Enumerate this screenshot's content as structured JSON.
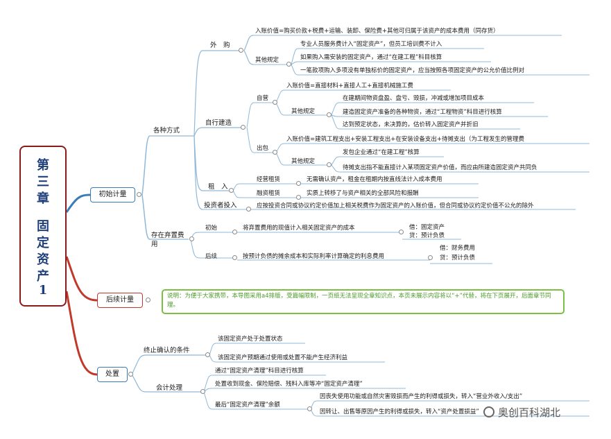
{
  "root": {
    "lines": [
      "第",
      "三",
      "章",
      "固",
      "定",
      "资",
      "产",
      "1"
    ]
  },
  "branches": {
    "initial": "初始计量",
    "subsequent": "后续计量",
    "disposal": "处置"
  },
  "initial": {
    "methods": "各种方式",
    "purchase": {
      "label": "外　购",
      "entry_value": "入账价值=购买价款+税费+运输、装卸、保险费+其他可归属于该资产的成本费用（同存货）",
      "other_label": "其他规定",
      "other_items": [
        "专业人员服务费计入“固定资产”，但员工培训费不计入",
        "如果购入需安装的固定资产，通过“在建工程”科目核算",
        "一笔款项购入多项没有单独标价的固定资产，应当按照各项固定资产的公允价值比例对"
      ]
    },
    "self_built": {
      "label": "自行建造",
      "self_operated": {
        "label": "自营",
        "entry_value": "入账价值=直接材料+直接人工+直接机械施工费",
        "other_label": "其他规定",
        "other_items": [
          "在建期间物资盘盈、盘亏、毁损，冲减或增加项目成本",
          "建造固定资产准备的各种物资，通过“工程物资”科目进行核算",
          "达到预定状态，未决算的，估价转入固定资产并折旧"
        ]
      },
      "outsourced": {
        "label": "出包",
        "entry_value": "入账价值=建筑工程支出+安装工程支出+在安装设备支出+待摊支出（为工程发生的管理费",
        "other_label": "其他规定",
        "other_items": [
          "发包企业通过“在建工程”核算",
          "待摊支出指不能直接计入某项固定资产价值，而应由所建造固定资产共同负"
        ]
      }
    },
    "lease": {
      "label": "租　入",
      "operating_label": "经营租赁",
      "operating_text": "无需确认资产，租金在租期内按直线法计入成本费用",
      "finance_label": "融资租赁",
      "finance_text": "实质上转移了与资产相关的全部风险和报酬"
    },
    "investor": {
      "label": "投资者投入",
      "text": "应按投资合同或协议约定价值加上相关税费作为固定资产的入账价值，但合同或协议约定价值不公允的除外"
    },
    "abandonment": {
      "label": "存在弃置费用",
      "initial_label": "初始",
      "initial_text": "将弃置费用的现值计入相关固定资产的成本",
      "initial_debit": "借：固定资产",
      "initial_credit": "贷：预计负债",
      "later_label": "后续",
      "later_text": "按预计负债的摊余成本和实际利率计算确定的利息费用",
      "later_debit": "借：财务费用",
      "later_credit": "贷：预计负债"
    }
  },
  "note": "说明：为便于大家携带，本导图采用a4排版，受篇幅限制，一页纸无法呈现全章知识点，本页未展示内容将以“+”代替，将在下页展开，后面章节同理。",
  "disposal": {
    "derecognition_label": "终止确认的条件",
    "derecognition_items": [
      "该固定资产处于处置状态",
      "该固定资产预期通过使用或处置不能产生经济利益"
    ],
    "accounting_label": "会计处理",
    "accounting_items": [
      "通过“固定资产清理”科目进行核算",
      "处置收到现金、保险赔偿、残料入库等冲“固定资产清理”"
    ],
    "final_label": "最后“固定资产清理”余额",
    "final_items": [
      "因丧失使用功能或自然灾害毁损而产生的利得或损失，转入“营业外收入/支出”",
      "因转让、出售等原因产生的利得或损失，转入“资产处置损益”"
    ]
  },
  "watermark": "奥创百科湖北",
  "colors": {
    "root_border": "#8b1a1a",
    "root_text": "#1f3f7a",
    "initial_branch": "#3a7cb8",
    "subsequent_branch": "#c0392b",
    "disposal_branch": "#3a7cb8",
    "sub_lines": "#8fb8d8",
    "note_border": "#7bc043"
  },
  "icons": [
    "plus-collapse-icon",
    "node-connector-icon",
    "watermark-logo-icon"
  ]
}
